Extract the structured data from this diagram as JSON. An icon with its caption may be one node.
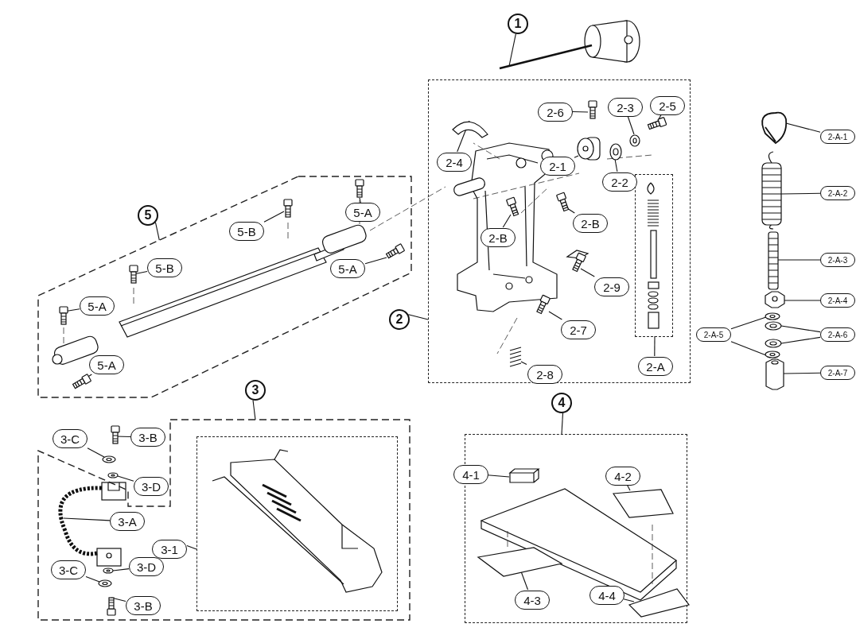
{
  "diagram": {
    "nodes": [
      {
        "text": [
          "1"
        ]
      },
      {
        "text": [
          "2"
        ]
      },
      {
        "text": [],
        "shape": "box"
      },
      {
        "text": [
          "2-4"
        ],
        "in": 2
      },
      {
        "text": [
          "2-6"
        ],
        "in": 2
      },
      {
        "text": [
          "2-3"
        ],
        "in": 2
      },
      {
        "text": [
          "2-5"
        ],
        "in": 2
      },
      {
        "text": [
          "2-1"
        ],
        "in": 2
      },
      {
        "text": [
          "2-2"
        ],
        "in": 2
      },
      {
        "text": [
          "2-B"
        ],
        "in": 2
      },
      {
        "text": [
          "2-B"
        ],
        "in": 2
      },
      {
        "text": [],
        "shape": "box",
        "in": 2
      },
      {
        "text": [
          "2-9"
        ],
        "in": 2
      },
      {
        "text": [
          "2-7"
        ],
        "in": 2
      },
      {
        "text": [
          "2-8"
        ],
        "in": 2
      },
      {
        "text": [
          "2-A"
        ],
        "in": 2
      },
      {
        "text": [
          "2-A-1"
        ]
      },
      {
        "text": [
          "2-A-2"
        ]
      },
      {
        "text": [
          "2-A-3"
        ]
      },
      {
        "text": [
          "2-A-4"
        ]
      },
      {
        "text": [
          "2-A-5"
        ]
      },
      {
        "text": [
          "2-A-6"
        ]
      },
      {
        "text": [
          "2-A-7"
        ]
      },
      {
        "text": [
          "5"
        ]
      },
      {
        "text": [],
        "shape": "box"
      },
      {
        "text": [
          "5-A"
        ],
        "in": 24
      },
      {
        "text": [
          "5-B"
        ],
        "in": 24
      },
      {
        "text": [
          "5-B"
        ],
        "in": 24
      },
      {
        "text": [
          "5-A"
        ],
        "in": 24
      },
      {
        "text": [
          "5-A"
        ],
        "in": 24
      },
      {
        "text": [
          "5-A"
        ],
        "in": 24
      },
      {
        "text": [
          "3"
        ]
      },
      {
        "text": [
          "4"
        ]
      },
      {
        "text": [],
        "shape": "box"
      },
      {
        "text": [
          "3-C"
        ]
      },
      {
        "text": [
          "3-B"
        ]
      },
      {
        "text": [],
        "shape": "box",
        "in": 33
      },
      {
        "text": [
          "3-D"
        ]
      },
      {
        "text": [
          "3-A"
        ],
        "in": 33
      },
      {
        "text": [
          "3-1"
        ],
        "in": 33
      },
      {
        "text": [
          "3-D"
        ],
        "in": 33
      },
      {
        "text": [
          "3-C"
        ],
        "in": 33
      },
      {
        "text": [
          "3-B"
        ],
        "in": 33
      },
      {
        "text": [],
        "shape": "box"
      },
      {
        "text": [
          "4-1"
        ],
        "in": 43
      },
      {
        "text": [
          "4-2"
        ],
        "in": 43
      },
      {
        "text": [
          "4-3"
        ],
        "in": 43
      },
      {
        "text": [
          "4-4"
        ],
        "in": 43
      },
      {
        "text": [],
        "shape": "picture"
      },
      {
        "text": [],
        "shape": "picture",
        "in": 2
      },
      {
        "text": [],
        "shape": "picture",
        "in": 2
      },
      {
        "text": [],
        "shape": "picture",
        "in": 2
      },
      {
        "text": [],
        "shape": "picture",
        "in": 2
      },
      {
        "text": [],
        "shape": "picture",
        "in": 2
      },
      {
        "text": [],
        "shape": "picture",
        "in": 2
      },
      {
        "text": [],
        "shape": "picture",
        "in": 2
      },
      {
        "text": [],
        "shape": "picture",
        "in": 2
      },
      {
        "text": [],
        "shape": "picture",
        "in": 2
      },
      {
        "text": [],
        "shape": "picture",
        "in": 2
      },
      {
        "text": [],
        "shape": "picture",
        "in": 2
      },
      {
        "text": [],
        "shape": "picture"
      },
      {
        "text": [],
        "shape": "picture"
      },
      {
        "text": [],
        "shape": "picture"
      },
      {
        "text": [],
        "shape": "picture"
      },
      {
        "text": [],
        "shape": "picture"
      },
      {
        "text": [],
        "shape": "picture"
      },
      {
        "text": [],
        "shape": "picture"
      },
      {
        "text": [],
        "shape": "picture"
      },
      {
        "text": [],
        "shape": "picture"
      },
      {
        "text": [],
        "shape": "picture",
        "in": 24
      },
      {
        "text": [],
        "shape": "picture",
        "in": 24
      },
      {
        "text": [],
        "shape": "picture",
        "in": 24
      },
      {
        "text": [],
        "shape": "picture",
        "in": 24
      },
      {
        "text": [],
        "shape": "picture",
        "in": 24
      },
      {
        "text": [],
        "shape": "picture",
        "in": 24
      },
      {
        "text": [],
        "shape": "picture"
      },
      {
        "text": [],
        "shape": "picture"
      },
      {
        "text": [],
        "shape": "picture"
      },
      {
        "text": [],
        "shape": "picture",
        "in": 33
      },
      {
        "text": [],
        "shape": "picture",
        "in": 33
      },
      {
        "text": [],
        "shape": "picture",
        "in": 33
      },
      {
        "text": [],
        "shape": "picture",
        "in": 33
      },
      {
        "text": [],
        "shape": "picture",
        "in": 43
      },
      {
        "text": [],
        "shape": "picture",
        "in": 43
      },
      {
        "text": [],
        "shape": "picture",
        "in": 43
      },
      {
        "text": [],
        "shape": "picture",
        "in": 43
      }
    ],
    "edges": [
      {
        "from": 0,
        "to": 48,
        "arrow": "none"
      },
      {
        "from": 1,
        "to": 2,
        "arrow": "none"
      },
      {
        "from": 3,
        "to": 49,
        "arrow": "none"
      },
      {
        "from": 4,
        "to": 50,
        "arrow": "none"
      },
      {
        "from": 5,
        "to": 51,
        "arrow": "none"
      },
      {
        "from": 6,
        "to": 52,
        "arrow": "none"
      },
      {
        "from": 7,
        "to": 53,
        "arrow": "none"
      },
      {
        "from": 8,
        "to": 54,
        "arrow": "none"
      },
      {
        "from": 9,
        "to": 55,
        "arrow": "none"
      },
      {
        "from": 10,
        "to": 56,
        "arrow": "none"
      },
      {
        "from": 12,
        "to": 57,
        "arrow": "none"
      },
      {
        "from": 13,
        "to": 58,
        "arrow": "none"
      },
      {
        "from": 14,
        "to": 59,
        "arrow": "none"
      },
      {
        "from": 15,
        "to": 11,
        "arrow": "none"
      },
      {
        "from": 16,
        "to": 60,
        "arrow": "none"
      },
      {
        "from": 17,
        "to": 61,
        "arrow": "none"
      },
      {
        "from": 18,
        "to": 62,
        "arrow": "none"
      },
      {
        "from": 19,
        "to": 63,
        "arrow": "none"
      },
      {
        "from": 20,
        "to": 64,
        "arrow": "none"
      },
      {
        "from": 20,
        "to": 67,
        "arrow": "none"
      },
      {
        "from": 21,
        "to": 65,
        "arrow": "none"
      },
      {
        "from": 21,
        "to": 66,
        "arrow": "none"
      },
      {
        "from": 22,
        "to": 68,
        "arrow": "none"
      },
      {
        "from": 23,
        "to": 24,
        "arrow": "none"
      },
      {
        "from": 25,
        "to": 69,
        "arrow": "none"
      },
      {
        "from": 26,
        "to": 70,
        "arrow": "none"
      },
      {
        "from": 27,
        "to": 71,
        "arrow": "none"
      },
      {
        "from": 28,
        "to": 72,
        "arrow": "none"
      },
      {
        "from": 29,
        "to": 73,
        "arrow": "none"
      },
      {
        "from": 30,
        "to": 74,
        "arrow": "none"
      },
      {
        "from": 31,
        "to": 33,
        "arrow": "none"
      },
      {
        "from": 32,
        "to": 43,
        "arrow": "none"
      },
      {
        "from": 34,
        "to": 75,
        "arrow": "none"
      },
      {
        "from": 35,
        "to": 76,
        "arrow": "none"
      },
      {
        "from": 37,
        "to": 77,
        "arrow": "none"
      },
      {
        "from": 38,
        "to": 78,
        "arrow": "none"
      },
      {
        "from": 39,
        "to": 36,
        "arrow": "none"
      },
      {
        "from": 40,
        "to": 79,
        "arrow": "none"
      },
      {
        "from": 41,
        "to": 80,
        "arrow": "none"
      },
      {
        "from": 42,
        "to": 81,
        "arrow": "none"
      },
      {
        "from": 44,
        "to": 82,
        "arrow": "none"
      },
      {
        "from": 45,
        "to": 83,
        "arrow": "none"
      },
      {
        "from": 46,
        "to": 84,
        "arrow": "none"
      },
      {
        "from": 47,
        "to": 85,
        "arrow": "none"
      }
    ]
  }
}
